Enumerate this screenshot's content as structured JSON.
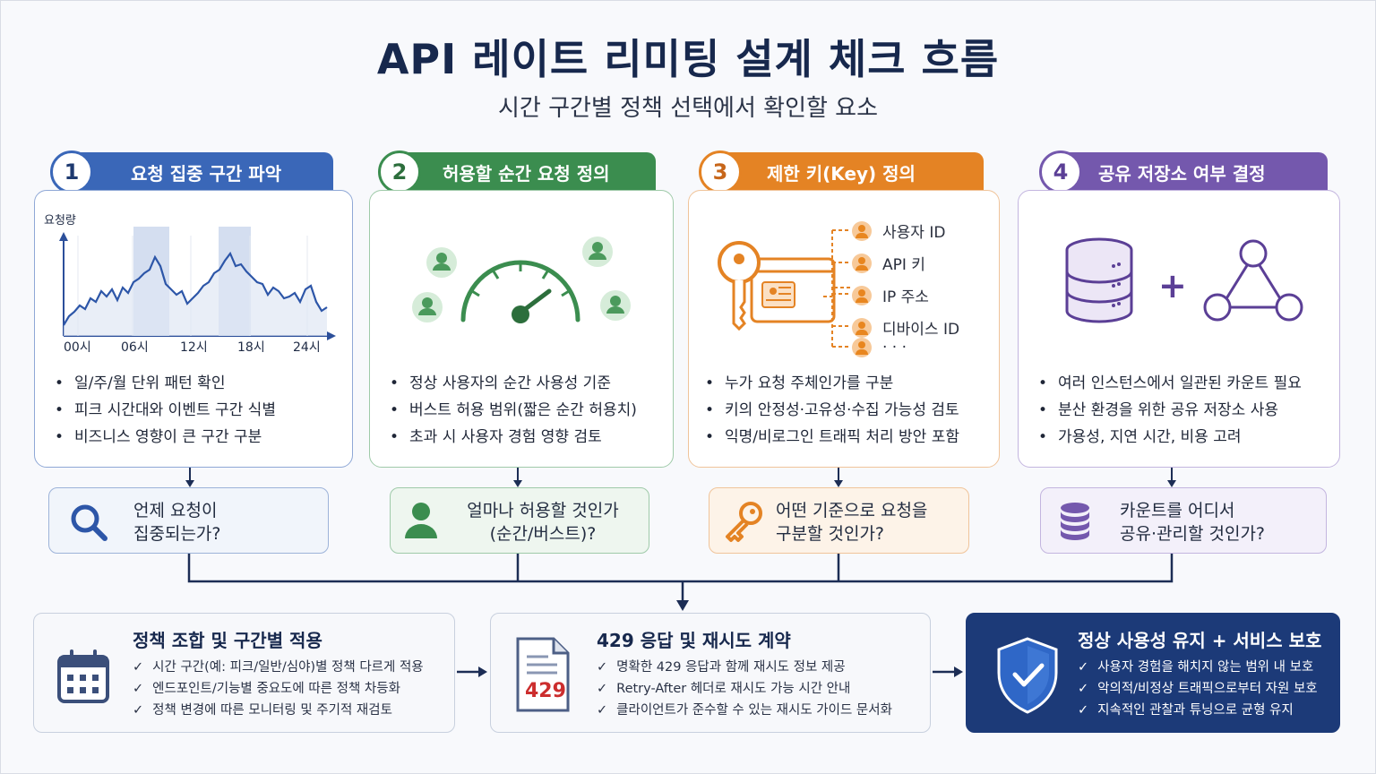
{
  "title": "API 레이트 리미팅 설계 체크 흐름",
  "subtitle": "시간 구간별 정책 선택에서 확인할 요소",
  "steps": [
    {
      "number": "1",
      "heading": "요청 집중 구간 파악",
      "color": "#3a67b8",
      "chart": {
        "ylabel": "요청량",
        "ticks": [
          "00시",
          "06시",
          "12시",
          "18시",
          "24시"
        ]
      },
      "bullets": [
        "일/주/월 단위 패턴 확인",
        "피크 시간대와 이벤트 구간 식별",
        "비즈니스 영향이 큰 구간 구분"
      ],
      "question": [
        "언제 요청이",
        "집중되는가?"
      ],
      "question_icon": "magnifier-icon"
    },
    {
      "number": "2",
      "heading": "허용할 순간 요청 정의",
      "color": "#3b8d4f",
      "bullets": [
        "정상 사용자의 순간 사용성 기준",
        "버스트 허용 범위(짧은 순간 허용치)",
        "초과 시 사용자 경험 영향 검토"
      ],
      "question": [
        "얼마나 허용할 것인가",
        "(순간/버스트)?"
      ],
      "question_icon": "user-icon"
    },
    {
      "number": "3",
      "heading": "제한 키(Key) 정의",
      "color": "#e48324",
      "keys": [
        "사용자 ID",
        "API 키",
        "IP 주소",
        "디바이스 ID",
        "· · ·"
      ],
      "bullets": [
        "누가 요청 주체인가를 구분",
        "키의 안정성·고유성·수집 가능성 검토",
        "익명/비로그인 트래픽 처리 방안 포함"
      ],
      "question": [
        "어떤 기준으로 요청을",
        "구분할 것인가?"
      ],
      "question_icon": "key-icon"
    },
    {
      "number": "4",
      "heading": "공유 저장소 여부 결정",
      "color": "#7458ad",
      "bullets": [
        "여러 인스턴스에서 일관된 카운트 필요",
        "분산 환경을 위한 공유 저장소 사용",
        "가용성, 지연 시간, 비용 고려"
      ],
      "question": [
        "카운트를 어디서",
        "공유·관리할 것인가?"
      ],
      "question_icon": "database-icon"
    }
  ],
  "bottom": [
    {
      "heading": "정책 조합 및 구간별 적용",
      "items": [
        "시간 구간(예: 피크/일반/심야)별 정책 다르게 적용",
        "엔드포인트/기능별 중요도에 따른 정책 차등화",
        "정책 변경에 따른 모니터링 및 주기적 재검토"
      ]
    },
    {
      "heading": "429 응답 및 재시도 계약",
      "icon_text": "429",
      "items": [
        "명확한 429 응답과 함께 재시도 정보 제공",
        "Retry-After 헤더로 재시도 가능 시간 안내",
        "클라이언트가 준수할 수 있는 재시도 가이드 문서화"
      ]
    },
    {
      "heading": "정상 사용성 유지 + 서비스 보호",
      "items": [
        "사용자 경험을 해치지 않는 범위 내 보호",
        "악의적/비정상 트래픽으로부터 자원 보호",
        "지속적인 관찰과 튜닝으로 균형 유지"
      ]
    }
  ],
  "colors": {
    "navy": "#1c3a78",
    "line": "#1c2d55"
  }
}
